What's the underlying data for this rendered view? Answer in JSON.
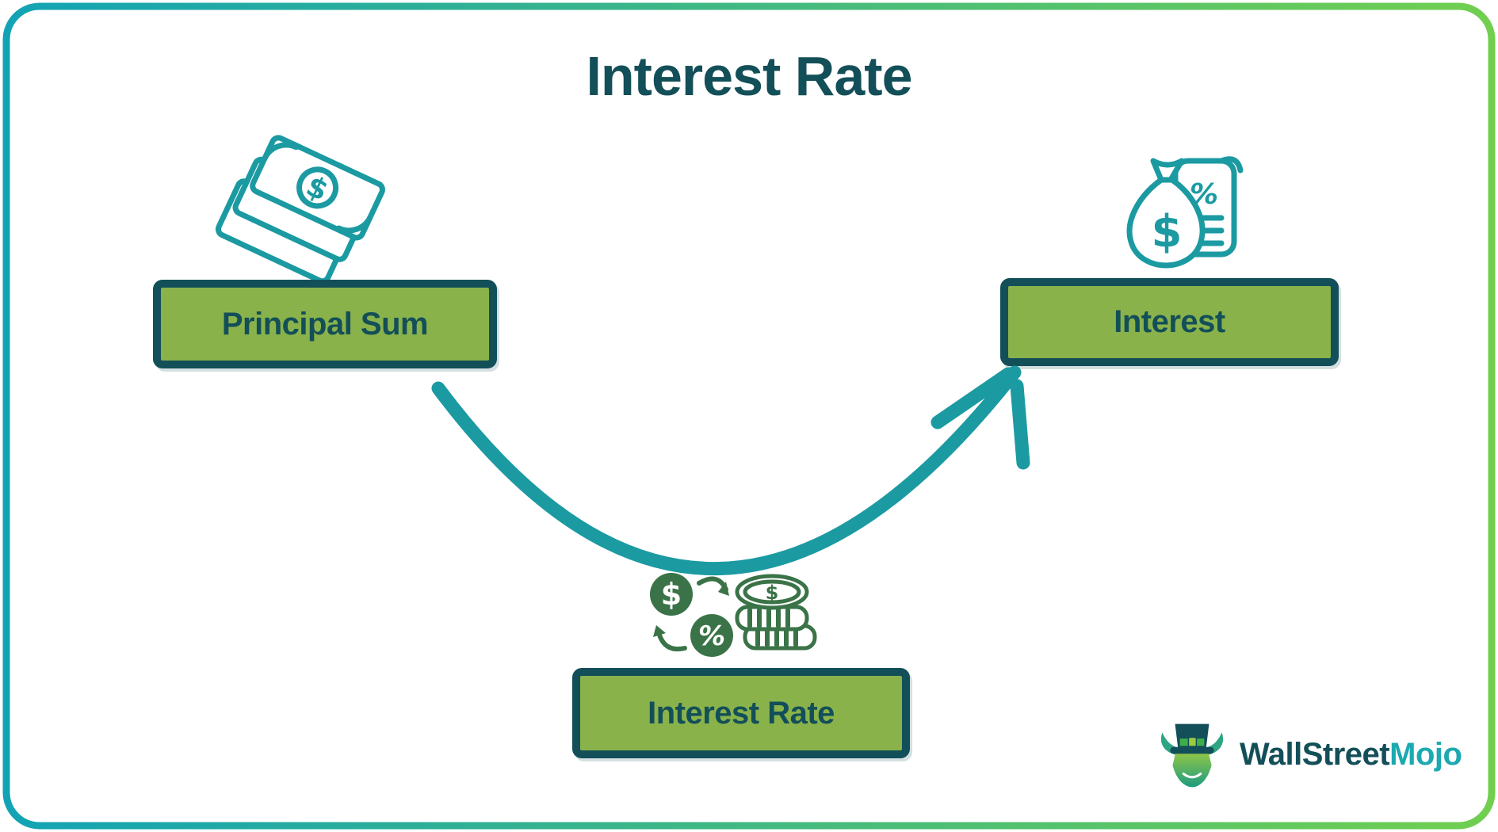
{
  "card": {
    "title": "Interest Rate"
  },
  "nodes": {
    "principal_sum": {
      "label": "Principal Sum",
      "icon": "money-bills-icon"
    },
    "interest": {
      "label": "Interest",
      "icon": "money-bag-receipt-icon"
    },
    "interest_rate": {
      "label": "Interest Rate",
      "icon": "currency-exchange-coins-icon"
    }
  },
  "glyphs": {
    "dollar": "$",
    "percent": "%"
  },
  "logo": {
    "brand_primary": "WallStreet",
    "brand_accent": "Mojo",
    "icon": "bull-mascot-icon"
  },
  "colors": {
    "teal": "#1B9AA2",
    "dark_teal": "#134F58",
    "box_green": "#8AB24B",
    "icon_green": "#3A7347",
    "grad_start": "#12A3B4",
    "grad_end": "#70CF4F",
    "logo_accent": "#1CA9B0"
  }
}
